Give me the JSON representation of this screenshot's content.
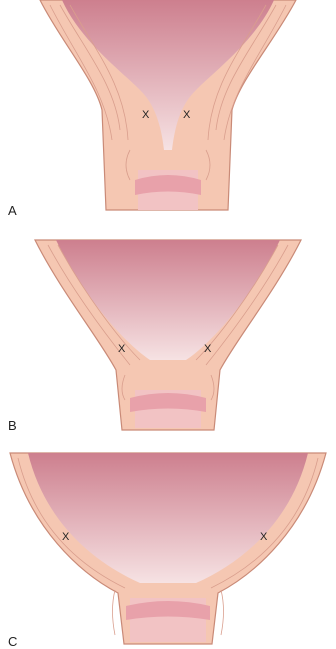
{
  "panels": [
    {
      "id": "A",
      "marks": [
        "X",
        "X"
      ]
    },
    {
      "id": "B",
      "marks": [
        "X",
        "X"
      ]
    },
    {
      "id": "C",
      "marks": [
        "X",
        "X"
      ]
    }
  ],
  "colors": {
    "wall": "#f5c7b2",
    "wall_outline": "#c98a77",
    "fiber": "#d99e8d",
    "cavity_top": "#cd7f8e",
    "cavity_bottom": "#f4dde0",
    "canal": "#f2c3c4"
  }
}
